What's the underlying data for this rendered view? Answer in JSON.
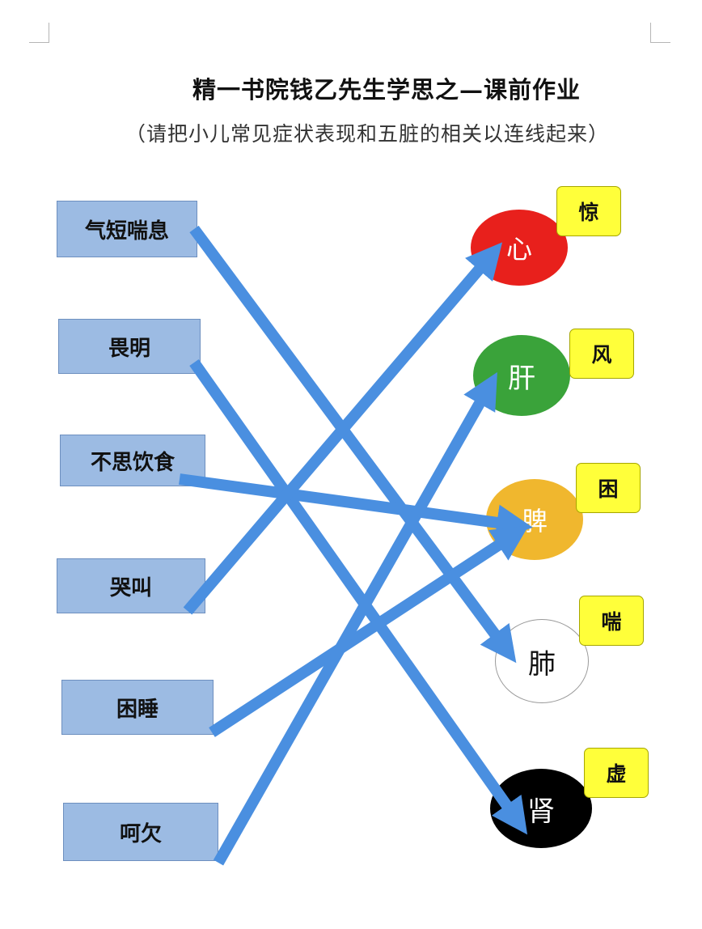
{
  "title": "精一书院钱乙先生学思之—课前作业",
  "subtitle": "（请把小儿常见症状表现和五脏的相关以连线起来）",
  "symptoms": [
    {
      "label": "气短喘息"
    },
    {
      "label": "畏明"
    },
    {
      "label": "不思饮食"
    },
    {
      "label": "哭叫"
    },
    {
      "label": "困睡"
    },
    {
      "label": "呵欠"
    }
  ],
  "organs": [
    {
      "label": "心",
      "color": "#e8201c"
    },
    {
      "label": "肝",
      "color": "#3aa33a"
    },
    {
      "label": "脾",
      "color": "#f0b72e"
    },
    {
      "label": "肺",
      "color": "#ffffff"
    },
    {
      "label": "肾",
      "color": "#000000"
    }
  ],
  "tags": [
    {
      "label": "惊"
    },
    {
      "label": "风"
    },
    {
      "label": "困"
    },
    {
      "label": "喘"
    },
    {
      "label": "虚"
    }
  ],
  "connections": [
    {
      "from": "气短喘息",
      "to": "肺"
    },
    {
      "from": "畏明",
      "to": "肾"
    },
    {
      "from": "不思饮食",
      "to": "脾"
    },
    {
      "from": "哭叫",
      "to": "心"
    },
    {
      "from": "困睡",
      "to": "脾"
    },
    {
      "from": "呵欠",
      "to": "肝"
    }
  ],
  "arrow_color": "#4a8fe0"
}
